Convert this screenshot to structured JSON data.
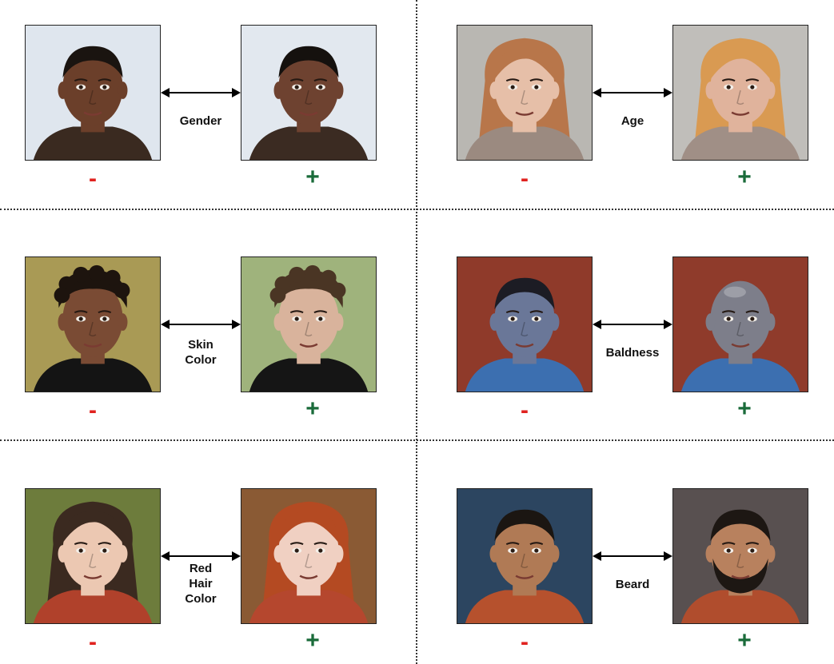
{
  "colors": {
    "minus": "#e0221f",
    "plus": "#1a6b3a"
  },
  "panels": [
    {
      "attribute": "Gender",
      "minus": "-",
      "plus": "+",
      "left_face": {
        "skin": "#6b3f2a",
        "hair": "#1a1410",
        "bg": "#dfe6ee",
        "shirt": "#3a2a20",
        "hair_style": "short"
      },
      "right_face": {
        "skin": "#6e4230",
        "hair": "#15110e",
        "bg": "#e2e8ef",
        "shirt": "#3b2b22",
        "hair_style": "short"
      }
    },
    {
      "attribute": "Age",
      "minus": "-",
      "plus": "+",
      "left_face": {
        "skin": "#e6bfa8",
        "hair": "#b8764a",
        "bg": "#b9b7b2",
        "shirt": "#9b8a80",
        "hair_style": "long"
      },
      "right_face": {
        "skin": "#e0b39c",
        "hair": "#d99a52",
        "bg": "#c0beba",
        "shirt": "#a08f86",
        "hair_style": "long"
      }
    },
    {
      "attribute": "Skin\nColor",
      "minus": "-",
      "plus": "+",
      "left_face": {
        "skin": "#7a4b34",
        "hair": "#1d140e",
        "bg": "#a99a55",
        "shirt": "#141414",
        "hair_style": "curly"
      },
      "right_face": {
        "skin": "#d9b39c",
        "hair": "#4a3524",
        "bg": "#9fb37c",
        "shirt": "#151515",
        "hair_style": "curly"
      }
    },
    {
      "attribute": "Baldness",
      "minus": "-",
      "plus": "+",
      "left_face": {
        "skin": "#6a7798",
        "hair": "#1c1c24",
        "bg": "#8f3a2a",
        "shirt": "#3c6fb0",
        "hair_style": "short"
      },
      "right_face": {
        "skin": "#7d7e8a",
        "hair": "#8a8288",
        "bg": "#8f3b2b",
        "shirt": "#3c6fb0",
        "hair_style": "bald"
      }
    },
    {
      "attribute": "Red\nHair\nColor",
      "minus": "-",
      "plus": "+",
      "left_face": {
        "skin": "#ecc8b2",
        "hair": "#3b2a20",
        "bg": "#6d7c3c",
        "shirt": "#b0412b",
        "hair_style": "long"
      },
      "right_face": {
        "skin": "#f0d0c2",
        "hair": "#b44a22",
        "bg": "#8a5a34",
        "shirt": "#b5472e",
        "hair_style": "long"
      }
    },
    {
      "attribute": "Beard",
      "minus": "-",
      "plus": "+",
      "left_face": {
        "skin": "#b07a55",
        "hair": "#1b1612",
        "bg": "#2c4560",
        "shirt": "#b6512d",
        "hair_style": "short"
      },
      "right_face": {
        "skin": "#b8815e",
        "hair": "#1d1713",
        "bg": "#585050",
        "shirt": "#b04d2d",
        "hair_style": "short",
        "beard": true
      }
    }
  ]
}
